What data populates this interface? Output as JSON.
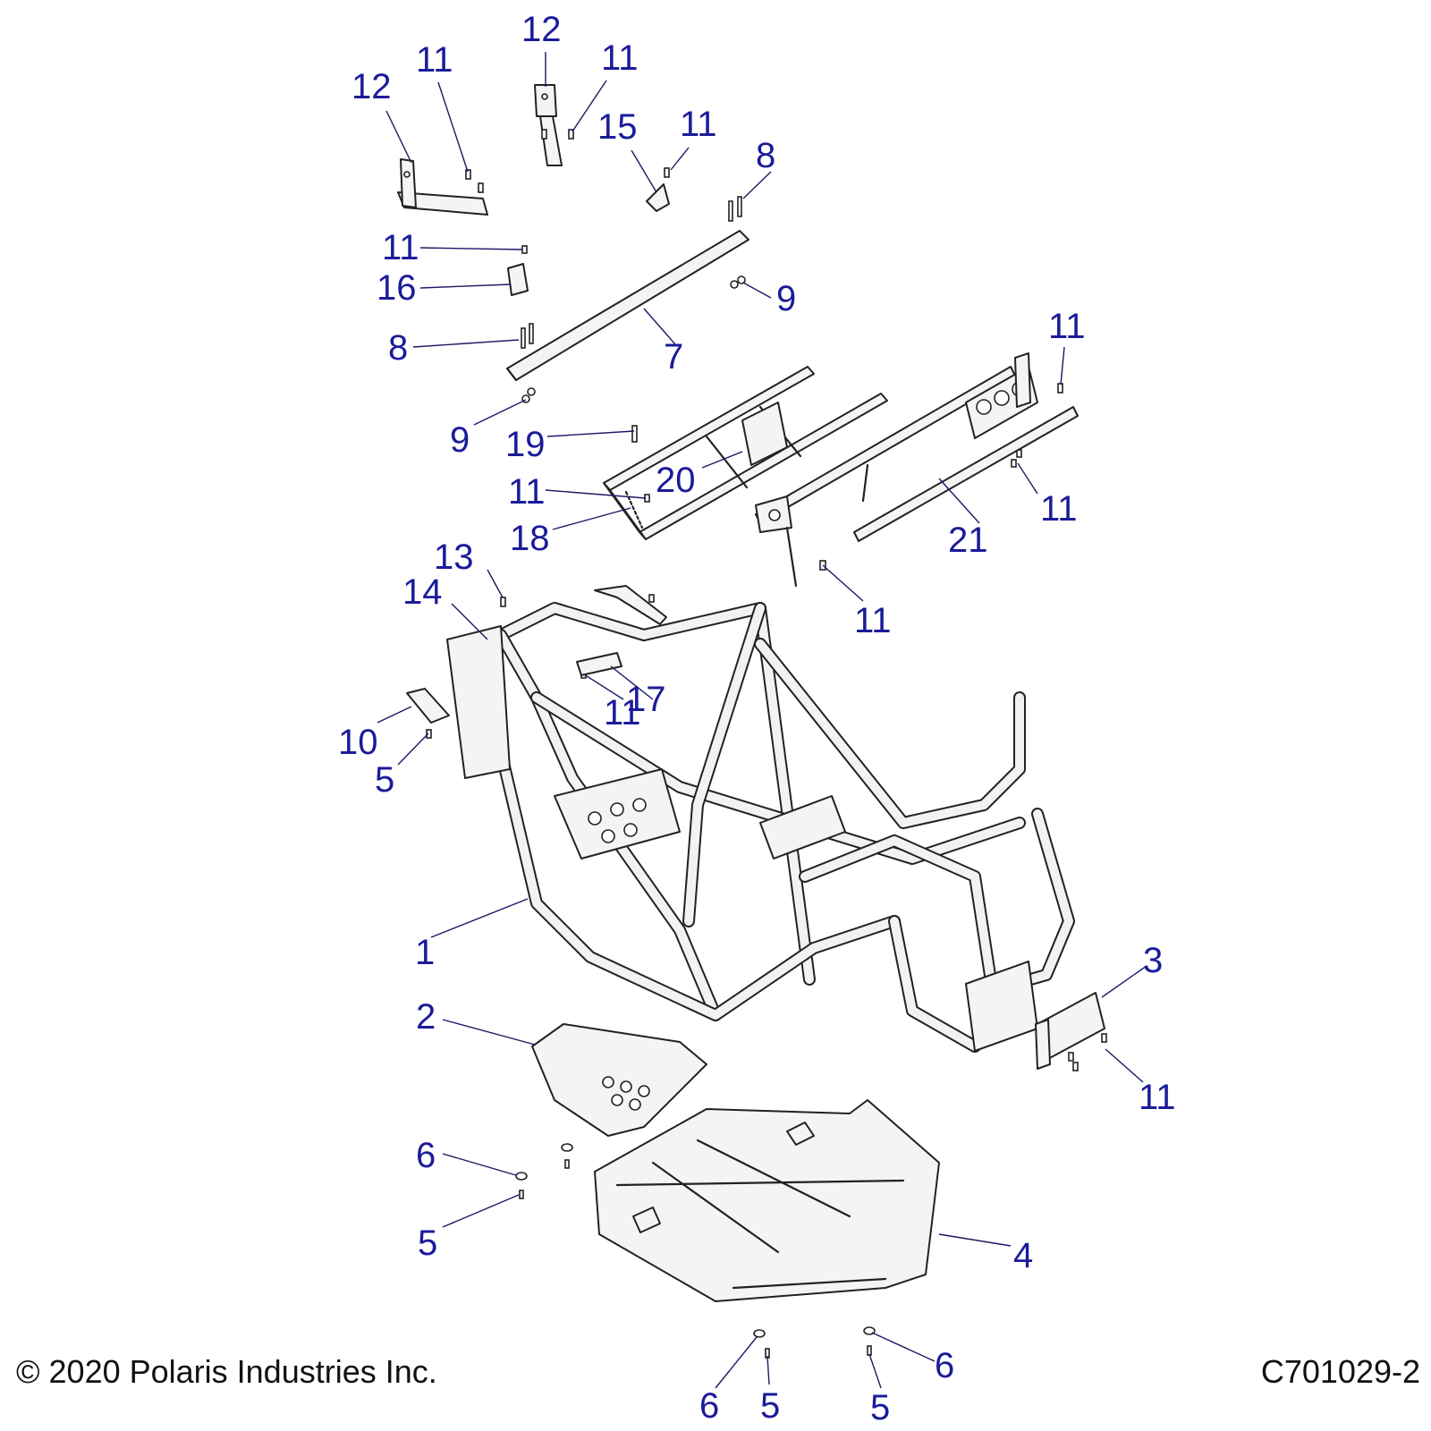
{
  "callouts": [
    {
      "text": "12"
    },
    {
      "text": "11"
    },
    {
      "text": "12"
    },
    {
      "text": "11"
    },
    {
      "text": "15"
    },
    {
      "text": "11"
    },
    {
      "text": "8"
    },
    {
      "text": "11"
    },
    {
      "text": "16"
    },
    {
      "text": "9"
    },
    {
      "text": "8"
    },
    {
      "text": "7"
    },
    {
      "text": "11"
    },
    {
      "text": "9"
    },
    {
      "text": "19"
    },
    {
      "text": "20"
    },
    {
      "text": "11"
    },
    {
      "text": "11"
    },
    {
      "text": "18"
    },
    {
      "text": "21"
    },
    {
      "text": "13"
    },
    {
      "text": "14"
    },
    {
      "text": "11"
    },
    {
      "text": "17"
    },
    {
      "text": "11"
    },
    {
      "text": "10"
    },
    {
      "text": "5"
    },
    {
      "text": "1"
    },
    {
      "text": "3"
    },
    {
      "text": "2"
    },
    {
      "text": "11"
    },
    {
      "text": "6"
    },
    {
      "text": "5"
    },
    {
      "text": "4"
    },
    {
      "text": "6"
    },
    {
      "text": "6"
    },
    {
      "text": "5"
    },
    {
      "text": "5"
    }
  ],
  "footer": {
    "copyright": "© 2020 Polaris Industries Inc.",
    "figure_id": "C701029-2"
  }
}
